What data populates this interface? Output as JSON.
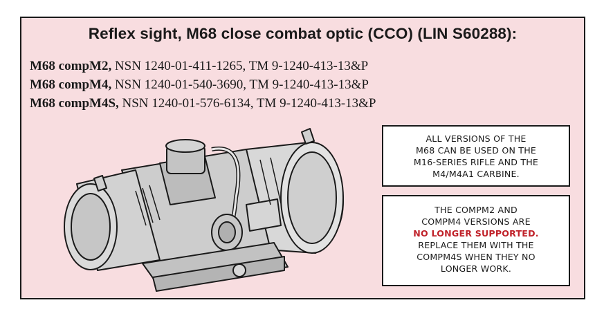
{
  "title": "Reflex sight, M68 close combat optic (CCO) (LIN S60288):",
  "specs": [
    {
      "model": "M68 compM2,",
      "rest": " NSN 1240-01-411-1265, TM 9-1240-413-13&P"
    },
    {
      "model": "M68 compM4,",
      "rest": " NSN 1240-01-540-3690, TM 9-1240-413-13&P"
    },
    {
      "model": "M68 compM4S,",
      "rest": " NSN 1240-01-576-6134, TM 9-1240-413-13&P"
    }
  ],
  "callout1": {
    "lines": [
      "All versions of the",
      "M68 can be used on the",
      "M16-series rifle and the",
      "M4/M4A1 carbine."
    ]
  },
  "callout2": {
    "line1": "The compM2 and",
    "line2": "compM4 versions are",
    "warning": "no longer supported.",
    "line4": "Replace them with the",
    "line5": "compM4s when they no",
    "line6": "longer work."
  },
  "colors": {
    "panel": "#f8dde0",
    "warning": "#c0222a",
    "border": "#1a1a1a"
  },
  "illustration": "m68-reflex-sight-drawing"
}
